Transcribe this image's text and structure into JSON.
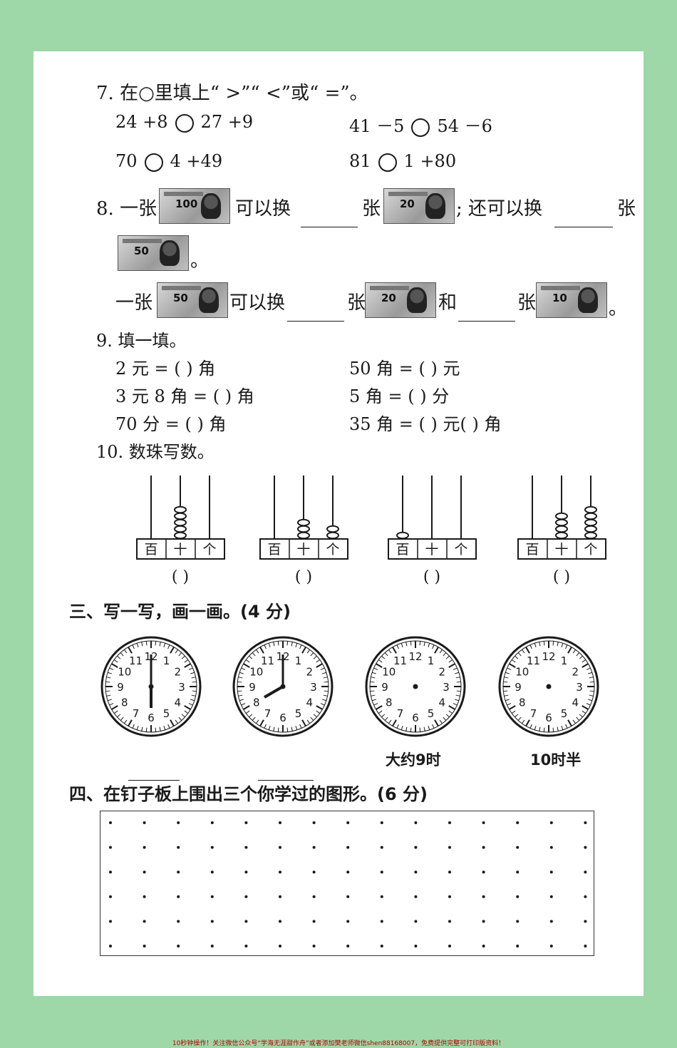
{
  "q7": {
    "title": "7. 在○里填上“ >”“ <”或“ =”。",
    "items": [
      {
        "left": "24 +8",
        "right": "27 +9"
      },
      {
        "left": "41 －5",
        "right": "54 －6"
      },
      {
        "left": "70",
        "right": "4 +49"
      },
      {
        "left": "81",
        "right": "1 +80"
      }
    ]
  },
  "q8": {
    "line1_a": "8. 一张",
    "line1_b": "可以换",
    "line1_c": "张",
    "line1_d": "; 还可以换",
    "line1_e": "张",
    "line2_end": "。",
    "line3_a": "一张",
    "line3_b": "可以换",
    "line3_c": "张",
    "line3_d": "和",
    "line3_e": "张",
    "line3_end": "。",
    "notes": [
      "100",
      "20",
      "50",
      "50",
      "20",
      "10"
    ]
  },
  "q9": {
    "title": "9. 填一填。",
    "items": [
      "2 元 = (        ) 角",
      "50 角 = (        ) 元",
      "3 元 8 角 = (        ) 角",
      "5 角 = (        ) 分",
      "70 分 = (        ) 角",
      "35 角 = (        ) 元(        ) 角"
    ]
  },
  "q10": {
    "title": "10. 数珠写数。",
    "place_labels": [
      "百",
      "十",
      "个"
    ],
    "answer_paren": "(        )",
    "abaci": [
      {
        "hundreds": 0,
        "tens": 5,
        "ones": 0
      },
      {
        "hundreds": 0,
        "tens": 3,
        "ones": 2
      },
      {
        "hundreds": 1,
        "tens": 0,
        "ones": 0
      },
      {
        "hundreds": 0,
        "tens": 4,
        "ones": 5
      }
    ]
  },
  "section3": {
    "title": "三、写一写，画一画。(4 分)",
    "clocks": [
      {
        "hour": 6,
        "minute": 0,
        "hands": true,
        "caption": ""
      },
      {
        "hour": 8,
        "minute": 0,
        "hands": true,
        "caption": ""
      },
      {
        "hour": 0,
        "minute": 0,
        "hands": false,
        "caption": "大约9时"
      },
      {
        "hour": 0,
        "minute": 0,
        "hands": false,
        "caption": "10时半"
      }
    ]
  },
  "section4": {
    "title": "四、在钉子板上围出三个你学过的图形。(6 分)"
  },
  "footer": "10秒钟操作！关注微信公众号“学海无涯甜作舟”或者添加樊老师微信shen88168007，免费提供完整可打印版资料！"
}
